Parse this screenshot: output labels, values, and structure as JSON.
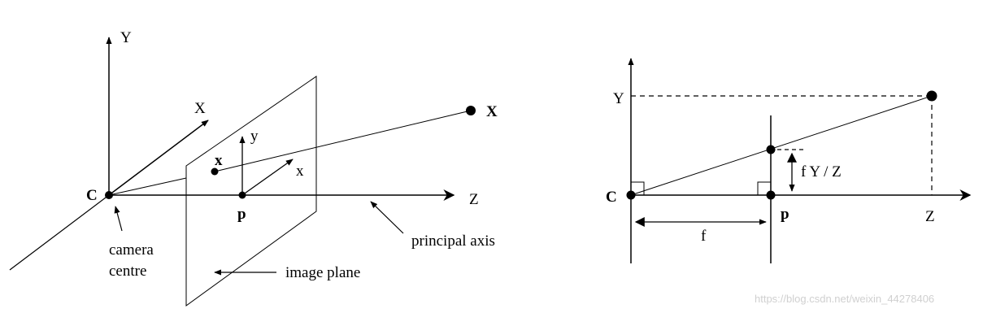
{
  "left_diagram": {
    "axis_Y": "Y",
    "axis_X": "X",
    "axis_Z": "Z",
    "point_C": "C",
    "world_point": "X",
    "image_point": "x",
    "principal_point": "p",
    "plane_x": "x",
    "plane_y": "y",
    "camera_centre_line1": "camera",
    "camera_centre_line2": "centre",
    "principal_axis_label": "principal axis",
    "image_plane_label": "image plane"
  },
  "right_diagram": {
    "axis_Y": "Y",
    "axis_Z": "Z",
    "point_C": "C",
    "principal_point": "p",
    "focal_label": "f",
    "projection_label": "f Y / Z"
  },
  "watermark": "https://blog.csdn.net/weixin_44278406",
  "colors": {
    "stroke": "#000000",
    "background": "#ffffff",
    "watermark": "#d0d0d0"
  }
}
